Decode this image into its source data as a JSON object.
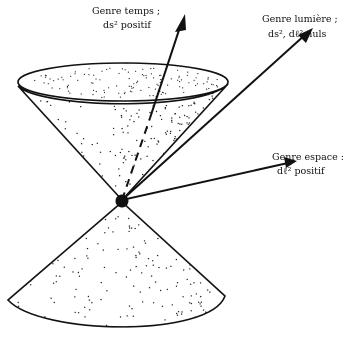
{
  "diagram": {
    "labels": {
      "timelike": {
        "line1": "Genre temps ;",
        "line2": "ds² positif"
      },
      "lightlike": {
        "line1": "Genre lumière ;",
        "line2": "ds², dℓ² nuls"
      },
      "spacelike": {
        "line1": "Genre espace :",
        "line2": "dℓ² positif"
      }
    }
  }
}
